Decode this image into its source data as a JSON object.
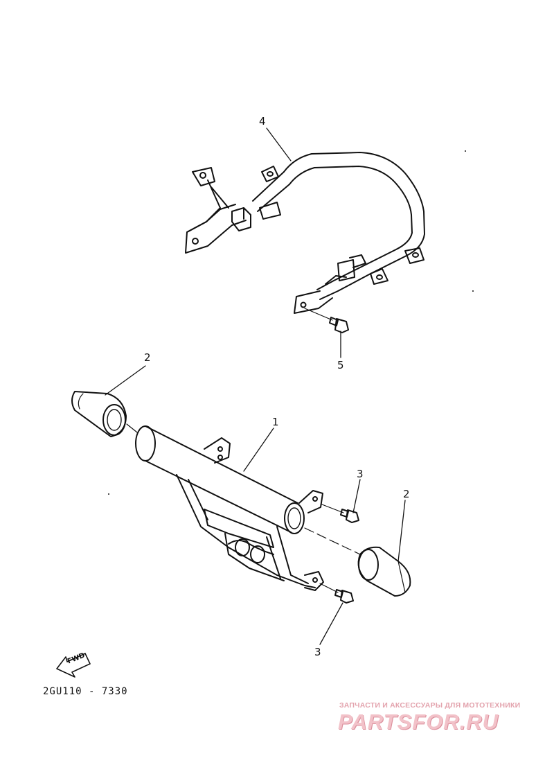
{
  "callouts": {
    "c4": "4",
    "c5": "5",
    "c2_left": "2",
    "c1": "1",
    "c3_upper": "3",
    "c2_right": "2",
    "c3_lower": "3"
  },
  "fwd_label": "FWD",
  "diagram_code": "2GU110 - 7330",
  "watermark": {
    "tagline": "ЗАПЧАСТИ И АКСЕССУАРЫ ДЛЯ МОТОТЕХНИКИ",
    "logo": "PARTSFOR.RU"
  }
}
